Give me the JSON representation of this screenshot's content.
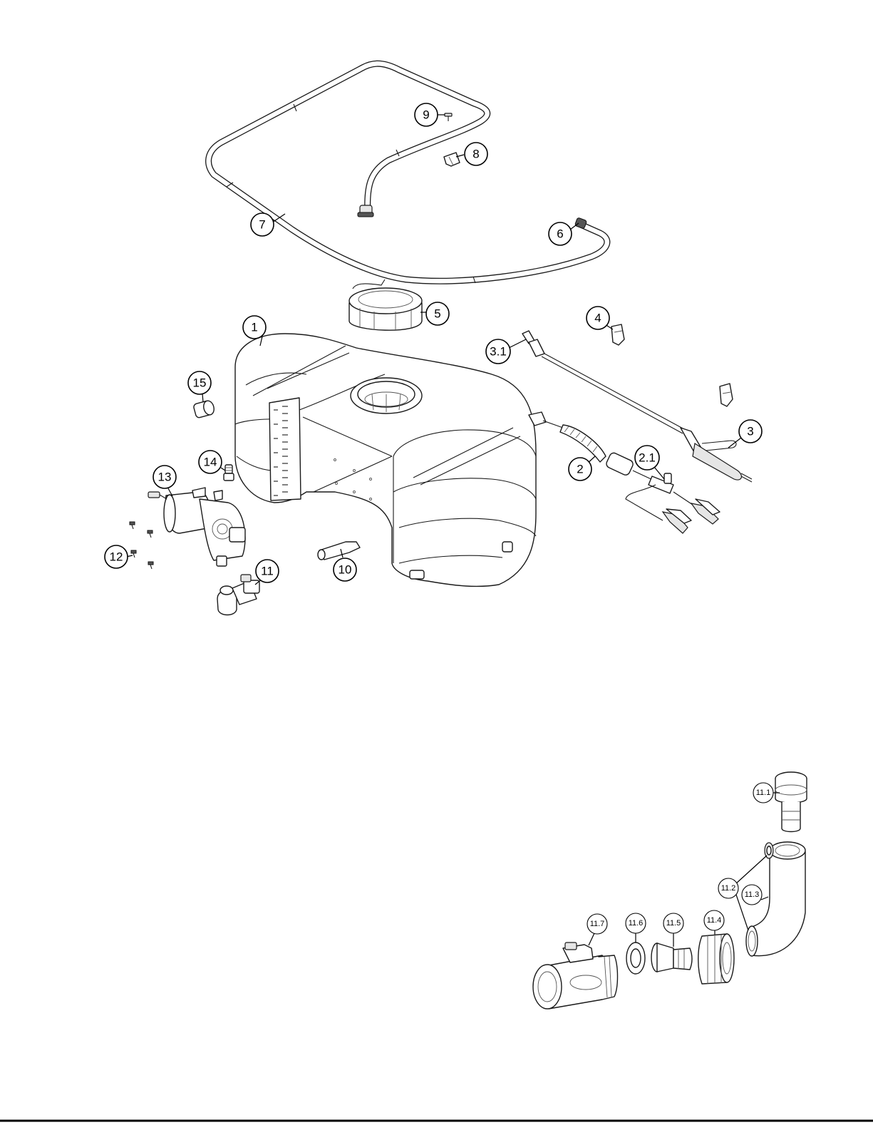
{
  "callouts": [
    {
      "id": "c1",
      "label": "1"
    },
    {
      "id": "c2",
      "label": "2"
    },
    {
      "id": "c21",
      "label": "2.1"
    },
    {
      "id": "c3",
      "label": "3"
    },
    {
      "id": "c31",
      "label": "3.1"
    },
    {
      "id": "c4",
      "label": "4"
    },
    {
      "id": "c5",
      "label": "5"
    },
    {
      "id": "c6",
      "label": "6"
    },
    {
      "id": "c7",
      "label": "7"
    },
    {
      "id": "c8",
      "label": "8"
    },
    {
      "id": "c9",
      "label": "9"
    },
    {
      "id": "c10",
      "label": "10"
    },
    {
      "id": "c11",
      "label": "11"
    },
    {
      "id": "c12",
      "label": "12"
    },
    {
      "id": "c13",
      "label": "13"
    },
    {
      "id": "c14",
      "label": "14"
    },
    {
      "id": "c15",
      "label": "15"
    }
  ],
  "detail_callouts": [
    {
      "id": "d111",
      "label": "11.1"
    },
    {
      "id": "d112",
      "label": "11.2"
    },
    {
      "id": "d113",
      "label": "11.3"
    },
    {
      "id": "d114",
      "label": "11.4"
    },
    {
      "id": "d115",
      "label": "11.5"
    },
    {
      "id": "d116",
      "label": "11.6"
    },
    {
      "id": "d117",
      "label": "11.7"
    }
  ]
}
